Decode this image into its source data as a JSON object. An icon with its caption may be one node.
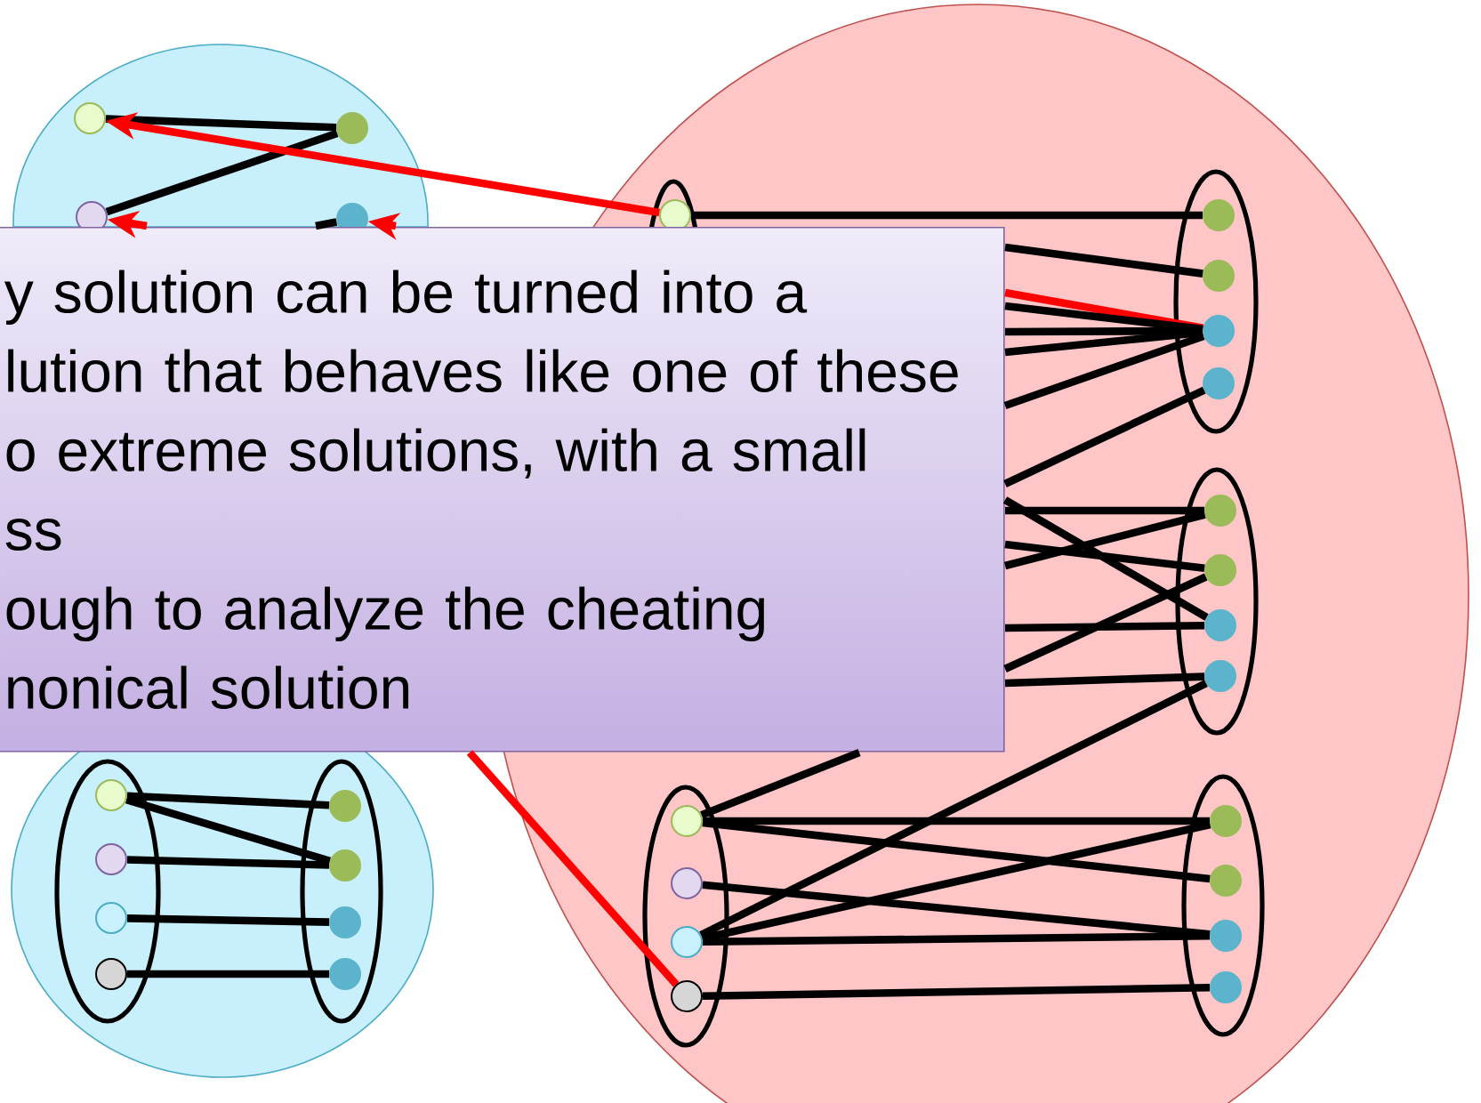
{
  "diagram": {
    "nodes": [
      {
        "text": [],
        "shape": "ellipse"
      },
      {
        "text": [],
        "shape": "circle",
        "in": 0
      },
      {
        "text": [],
        "shape": "circle",
        "in": 0
      },
      {
        "text": [],
        "shape": "circle",
        "in": 0
      },
      {
        "text": [],
        "shape": "circle",
        "in": 0
      },
      {
        "text": [
          "y solution can be turned into a",
          "lution that behaves like one of these",
          "o extreme solutions, with a small",
          "ss",
          "ough to analyze the cheating",
          "nonical solution"
        ]
      },
      {
        "text": [],
        "shape": "ellipse"
      },
      {
        "text": [],
        "shape": "ellipse",
        "in": 6
      },
      {
        "text": [],
        "shape": "circle",
        "in": 7
      },
      {
        "text": [],
        "shape": "ellipse",
        "in": 6
      },
      {
        "text": [],
        "shape": "circle",
        "in": 9
      },
      {
        "text": [],
        "shape": "circle",
        "in": 9
      },
      {
        "text": [],
        "shape": "circle",
        "in": 9
      },
      {
        "text": [],
        "shape": "circle",
        "in": 9
      },
      {
        "text": [],
        "shape": "ellipse",
        "in": 6
      },
      {
        "text": [],
        "shape": "circle",
        "in": 14
      },
      {
        "text": [],
        "shape": "circle",
        "in": 14
      },
      {
        "text": [],
        "shape": "circle",
        "in": 14
      },
      {
        "text": [],
        "shape": "circle",
        "in": 14
      },
      {
        "text": [],
        "shape": "ellipse"
      },
      {
        "text": [],
        "shape": "ellipse",
        "in": 19
      },
      {
        "text": [],
        "shape": "circle",
        "in": 20
      },
      {
        "text": [],
        "shape": "circle",
        "in": 20
      },
      {
        "text": [],
        "shape": "circle",
        "in": 20
      },
      {
        "text": [],
        "shape": "circle",
        "in": 20
      },
      {
        "text": [],
        "shape": "ellipse",
        "in": 19
      },
      {
        "text": [],
        "shape": "circle",
        "in": 25
      },
      {
        "text": [],
        "shape": "circle",
        "in": 25
      },
      {
        "text": [],
        "shape": "circle",
        "in": 25
      },
      {
        "text": [],
        "shape": "circle",
        "in": 25
      },
      {
        "text": [],
        "shape": "ellipse",
        "in": 6
      },
      {
        "text": [],
        "shape": "circle",
        "in": 30
      },
      {
        "text": [],
        "shape": "circle",
        "in": 30
      },
      {
        "text": [],
        "shape": "circle",
        "in": 30
      },
      {
        "text": [],
        "shape": "circle",
        "in": 30
      },
      {
        "text": [],
        "shape": "ellipse",
        "in": 6
      },
      {
        "text": [],
        "shape": "circle",
        "in": 35
      },
      {
        "text": [],
        "shape": "circle",
        "in": 35
      },
      {
        "text": [],
        "shape": "circle",
        "in": 35
      },
      {
        "text": [],
        "shape": "circle",
        "in": 35
      }
    ],
    "edges": [
      {
        "from": 1,
        "to": 2,
        "arrow": "none"
      },
      {
        "from": 2,
        "to": 3,
        "arrow": "none"
      },
      {
        "from": 8,
        "to": 1,
        "arrow": "to",
        "color": "#ff0000"
      },
      {
        "from": 5,
        "to": 3,
        "arrow": "to",
        "color": "#ff0000"
      },
      {
        "from": 5,
        "to": 4,
        "arrow": "to",
        "color": "#ff0000"
      },
      {
        "from": 4,
        "to": 5,
        "arrow": "none"
      },
      {
        "from": 8,
        "to": 10,
        "arrow": "none"
      },
      {
        "from": 5,
        "to": 11,
        "arrow": "none"
      },
      {
        "from": 12,
        "to": 5,
        "arrow": "none",
        "color": "#ff0000"
      },
      {
        "from": 5,
        "to": 12,
        "arrow": "none"
      },
      {
        "from": 5,
        "to": 12,
        "arrow": "none"
      },
      {
        "from": 5,
        "to": 12,
        "arrow": "none"
      },
      {
        "from": 5,
        "to": 12,
        "arrow": "none"
      },
      {
        "from": 5,
        "to": 13,
        "arrow": "none"
      },
      {
        "from": 5,
        "to": 17,
        "arrow": "none"
      },
      {
        "from": 5,
        "to": 15,
        "arrow": "none"
      },
      {
        "from": 5,
        "to": 16,
        "arrow": "none"
      },
      {
        "from": 5,
        "to": 15,
        "arrow": "none"
      },
      {
        "from": 5,
        "to": 17,
        "arrow": "none"
      },
      {
        "from": 5,
        "to": 16,
        "arrow": "none"
      },
      {
        "from": 5,
        "to": 18,
        "arrow": "none"
      },
      {
        "from": 18,
        "to": 33,
        "arrow": "none"
      },
      {
        "from": 5,
        "to": 31,
        "arrow": "none"
      },
      {
        "from": 5,
        "to": 34,
        "arrow": "none",
        "color": "#ff0000"
      },
      {
        "from": 31,
        "to": 36,
        "arrow": "none"
      },
      {
        "from": 31,
        "to": 37,
        "arrow": "none"
      },
      {
        "from": 32,
        "to": 38,
        "arrow": "none"
      },
      {
        "from": 33,
        "to": 36,
        "arrow": "none"
      },
      {
        "from": 33,
        "to": 38,
        "arrow": "none"
      },
      {
        "from": 34,
        "to": 39,
        "arrow": "none"
      },
      {
        "from": 21,
        "to": 26,
        "arrow": "none"
      },
      {
        "from": 21,
        "to": 27,
        "arrow": "none"
      },
      {
        "from": 22,
        "to": 27,
        "arrow": "none"
      },
      {
        "from": 23,
        "to": 28,
        "arrow": "none"
      },
      {
        "from": 24,
        "to": 29,
        "arrow": "none"
      }
    ]
  }
}
